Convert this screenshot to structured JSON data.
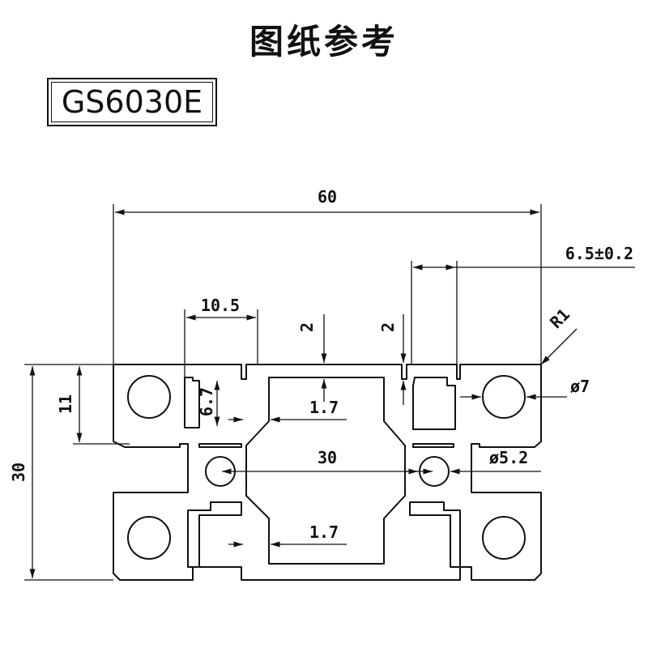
{
  "title": "图纸参考",
  "model": "GS6030E",
  "dimensions": {
    "overall_width": "60",
    "overall_height": "30",
    "slot_width": "6.5±0.2",
    "wall_top_left": "2",
    "wall_top_right": "2",
    "pocket_width": "10.5",
    "pocket_height": "6.7",
    "flange_height": "11",
    "thickness_upper": "1.7",
    "thickness_lower": "1.7",
    "center_distance": "30",
    "radius": "R1",
    "bore_large": "ø7",
    "bore_small": "ø5.2"
  },
  "colors": {
    "line": "#111111",
    "background": "#ffffff"
  }
}
